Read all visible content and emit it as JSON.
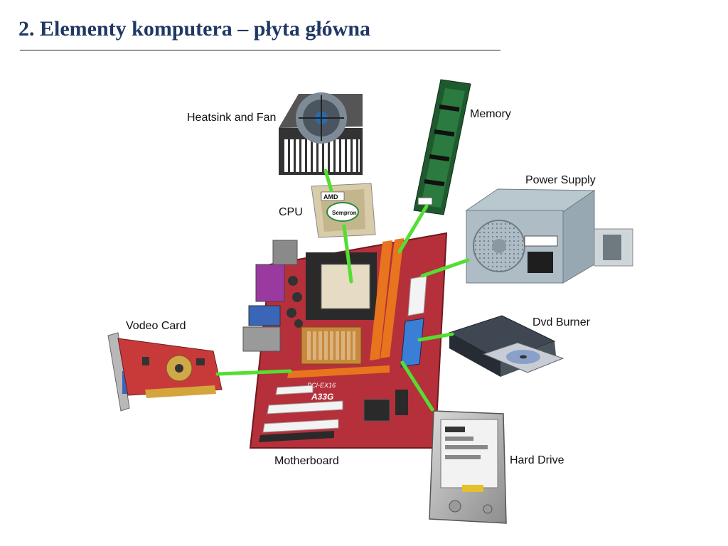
{
  "slide": {
    "title": "2. Elementy komputera – płyta główna",
    "title_color": "#1f3864"
  },
  "diagram": {
    "connector_color": "#55dd33",
    "labels": {
      "heatsink": "Heatsink and Fan",
      "memory": "Memory",
      "cpu": "CPU",
      "power_supply": "Power Supply",
      "video_card": "Vodeo Card",
      "dvd_burner": "Dvd Burner",
      "motherboard": "Motherboard",
      "hard_drive": "Hard Drive"
    },
    "board_text": {
      "model": "A33G",
      "slot": "PCI-EX16",
      "cpu_brand": "AMD",
      "cpu_model": "Sempron"
    }
  }
}
